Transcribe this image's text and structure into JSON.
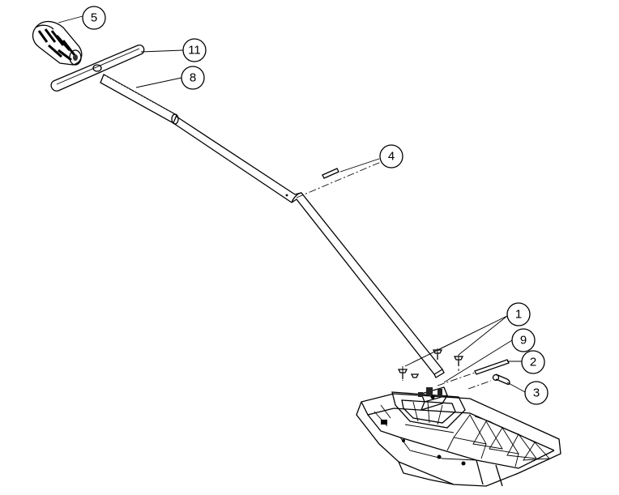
{
  "diagram": {
    "callouts": [
      {
        "id": "c5",
        "label": "5"
      },
      {
        "id": "c11",
        "label": "11"
      },
      {
        "id": "c8",
        "label": "8"
      },
      {
        "id": "c4",
        "label": "4"
      },
      {
        "id": "c1",
        "label": "1"
      },
      {
        "id": "c9",
        "label": "9"
      },
      {
        "id": "c2",
        "label": "2"
      },
      {
        "id": "c3",
        "label": "3"
      }
    ]
  }
}
